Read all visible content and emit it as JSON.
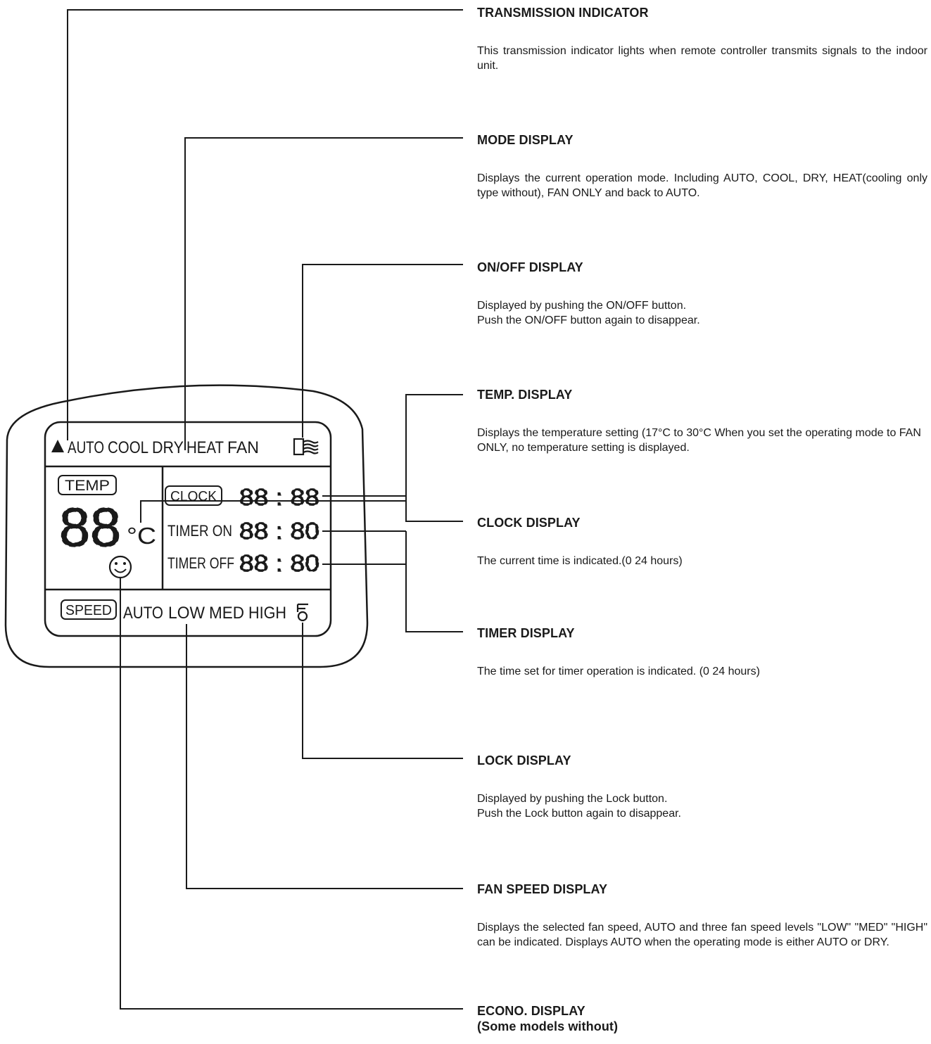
{
  "lcd": {
    "top_row": [
      "AUTO",
      "COOL",
      "DRY",
      "HEAT",
      "FAN"
    ],
    "temp_label": "TEMP",
    "temp_digits": "88",
    "temp_unit": "°C",
    "clock_label": "CLOCK",
    "clock_digits": "88 : 88",
    "timer_on_label": "TIMER ON",
    "timer_on_digits": "88 : 80",
    "timer_off_label": "TIMER OFF",
    "timer_off_digits": "88 : 80",
    "speed_label": "SPEED",
    "speed_row": [
      "AUTO",
      "LOW",
      "MED",
      "HIGH"
    ],
    "icons": [
      "transmission-triangle-icon",
      "on-off-icon",
      "econo-smiley-icon",
      "lock-icon"
    ]
  },
  "callouts": {
    "transmission": {
      "title": "TRANSMISSION INDICATOR",
      "body": "This transmission indicator lights when remote controller transmits signals to the indoor unit."
    },
    "mode": {
      "title": "MODE DISPLAY",
      "body": "Displays the current operation mode. Including AUTO, COOL, DRY, HEAT(cooling only type without), FAN ONLY and back to AUTO."
    },
    "onoff": {
      "title": "ON/OFF DISPLAY",
      "body": "Displayed by pushing the ON/OFF button.\nPush the ON/OFF button again to disappear."
    },
    "temp": {
      "title": "TEMP. DISPLAY",
      "body": "Displays the temperature setting (17°C to 30°C When you set the operating mode to FAN ONLY, no temperature setting is displayed."
    },
    "clock": {
      "title": "CLOCK DISPLAY",
      "body": "The current time is indicated.(0 24 hours)"
    },
    "timer": {
      "title": "TIMER DISPLAY",
      "body": "The time set for timer operation is indicated. (0 24 hours)"
    },
    "lock": {
      "title": "LOCK DISPLAY",
      "body": "Displayed by pushing the Lock button.\nPush the Lock button again to disappear."
    },
    "fanspeed": {
      "title": "FAN SPEED DISPLAY",
      "body": "Displays the selected fan speed, AUTO and three fan speed levels \"LOW\" \"MED\" \"HIGH\" can be indicated. Displays AUTO when the operating mode is either AUTO or DRY."
    },
    "econo": {
      "title": "ECONO. DISPLAY\n(Some models without)"
    }
  }
}
